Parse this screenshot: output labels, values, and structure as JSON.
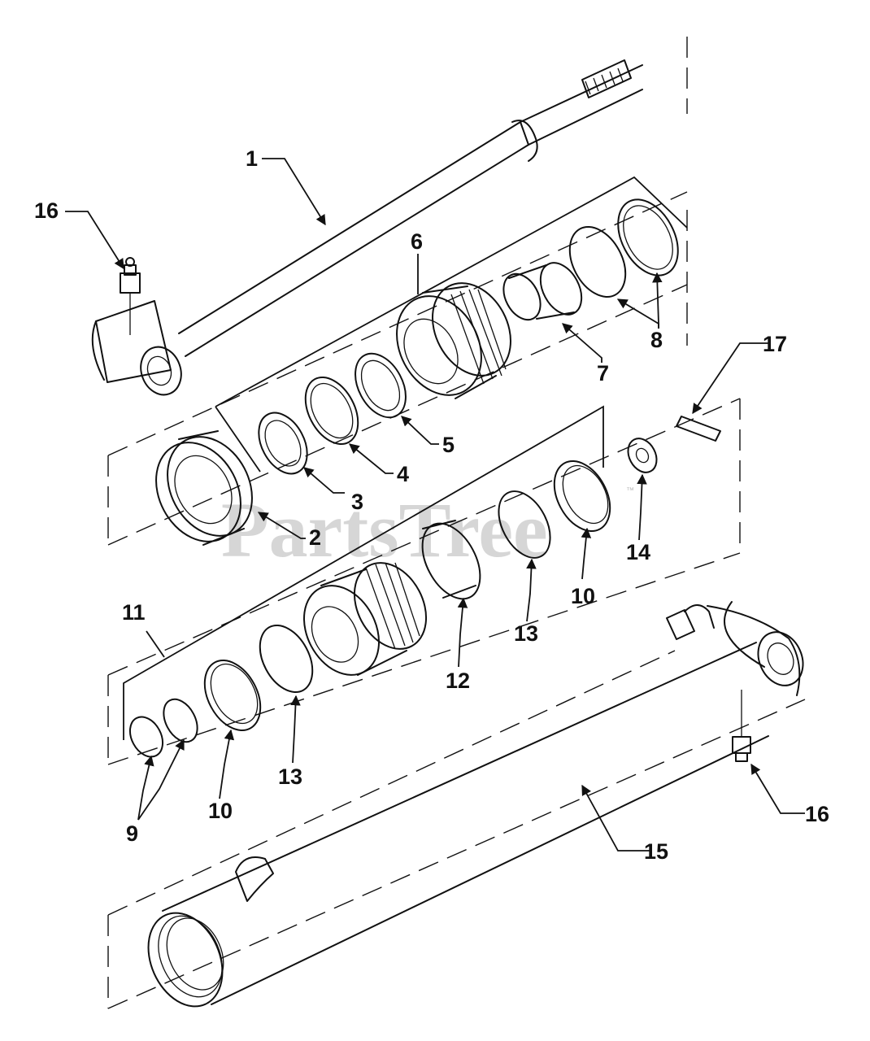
{
  "watermark": {
    "text": "PartsTree",
    "trademark": "™"
  },
  "callouts": {
    "c1": "1",
    "c2": "2",
    "c3": "3",
    "c4": "4",
    "c5": "5",
    "c6": "6",
    "c7": "7",
    "c8": "8",
    "c9": "9",
    "c10a": "10",
    "c10b": "10",
    "c11": "11",
    "c12": "12",
    "c13a": "13",
    "c13b": "13",
    "c14": "14",
    "c15": "15",
    "c16a": "16",
    "c16b": "16",
    "c17": "17"
  },
  "colors": {
    "line": "#111111",
    "watermark": "#d0d0d0",
    "background": "#ffffff"
  }
}
